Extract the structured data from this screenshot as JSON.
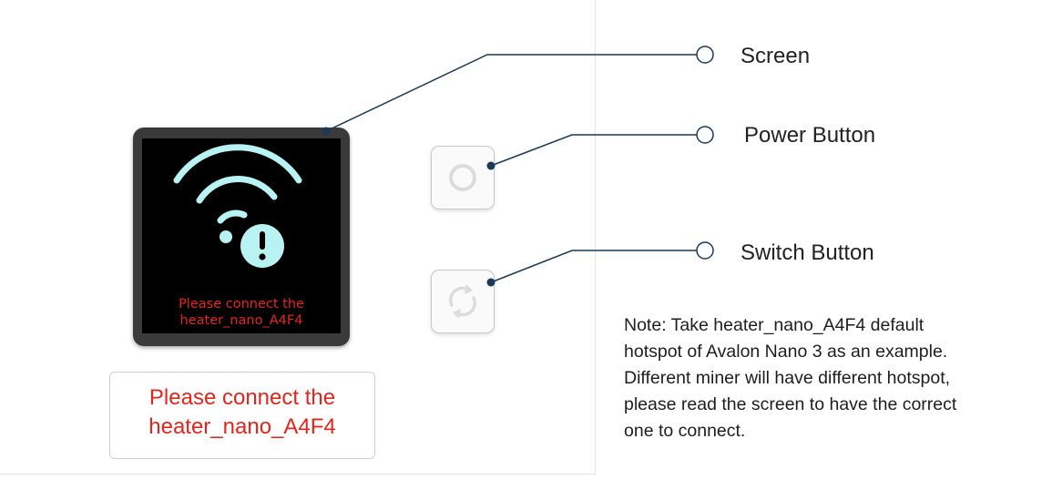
{
  "screen_message": {
    "line1": "Please connect the",
    "line2": "heater_nano_A4F4"
  },
  "message_box": {
    "line1": "Please connect the",
    "line2": "heater_nano_A4F4"
  },
  "callouts": [
    {
      "label": "Screen"
    },
    {
      "label": "Power Button"
    },
    {
      "label": "Switch Button"
    }
  ],
  "note": {
    "lines": [
      "Note: Take heater_nano_A4F4 default",
      "hotspot of Avalon Nano 3 as an example.",
      "Different miner will have different hotspot,",
      "please read the screen to have the correct",
      "one to connect."
    ]
  },
  "colors": {
    "wifi_icon": "#b9f2f2",
    "message_red": "#e0261f",
    "leader_line": "#1c3a55"
  },
  "icons": [
    "wifi-warning-icon",
    "power-icon",
    "switch-icon"
  ]
}
